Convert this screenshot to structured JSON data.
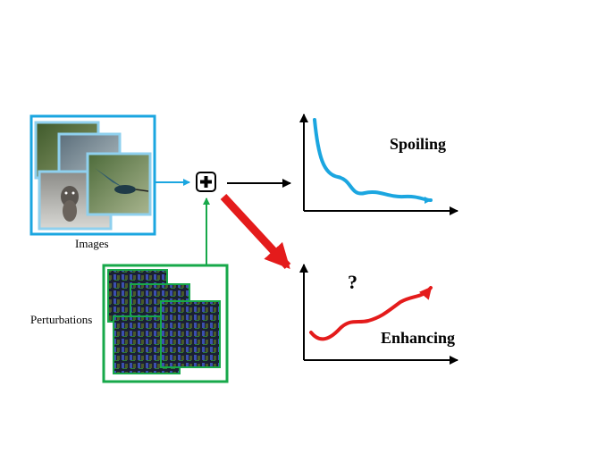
{
  "labels": {
    "images": "Images",
    "perturbations": "Perturbations",
    "spoiling": "Spoiling",
    "enhancing": "Enhancing",
    "question": "?"
  },
  "colors": {
    "images_frame": "#1ba6e0",
    "perturb_frame": "#17a84a",
    "spoiling_curve": "#1ba6e0",
    "enhancing_curve": "#e41b1b",
    "red_arrow": "#e41b1b",
    "axis": "#000000"
  },
  "icons": {
    "combine": "plus-in-rounded-square-icon"
  }
}
